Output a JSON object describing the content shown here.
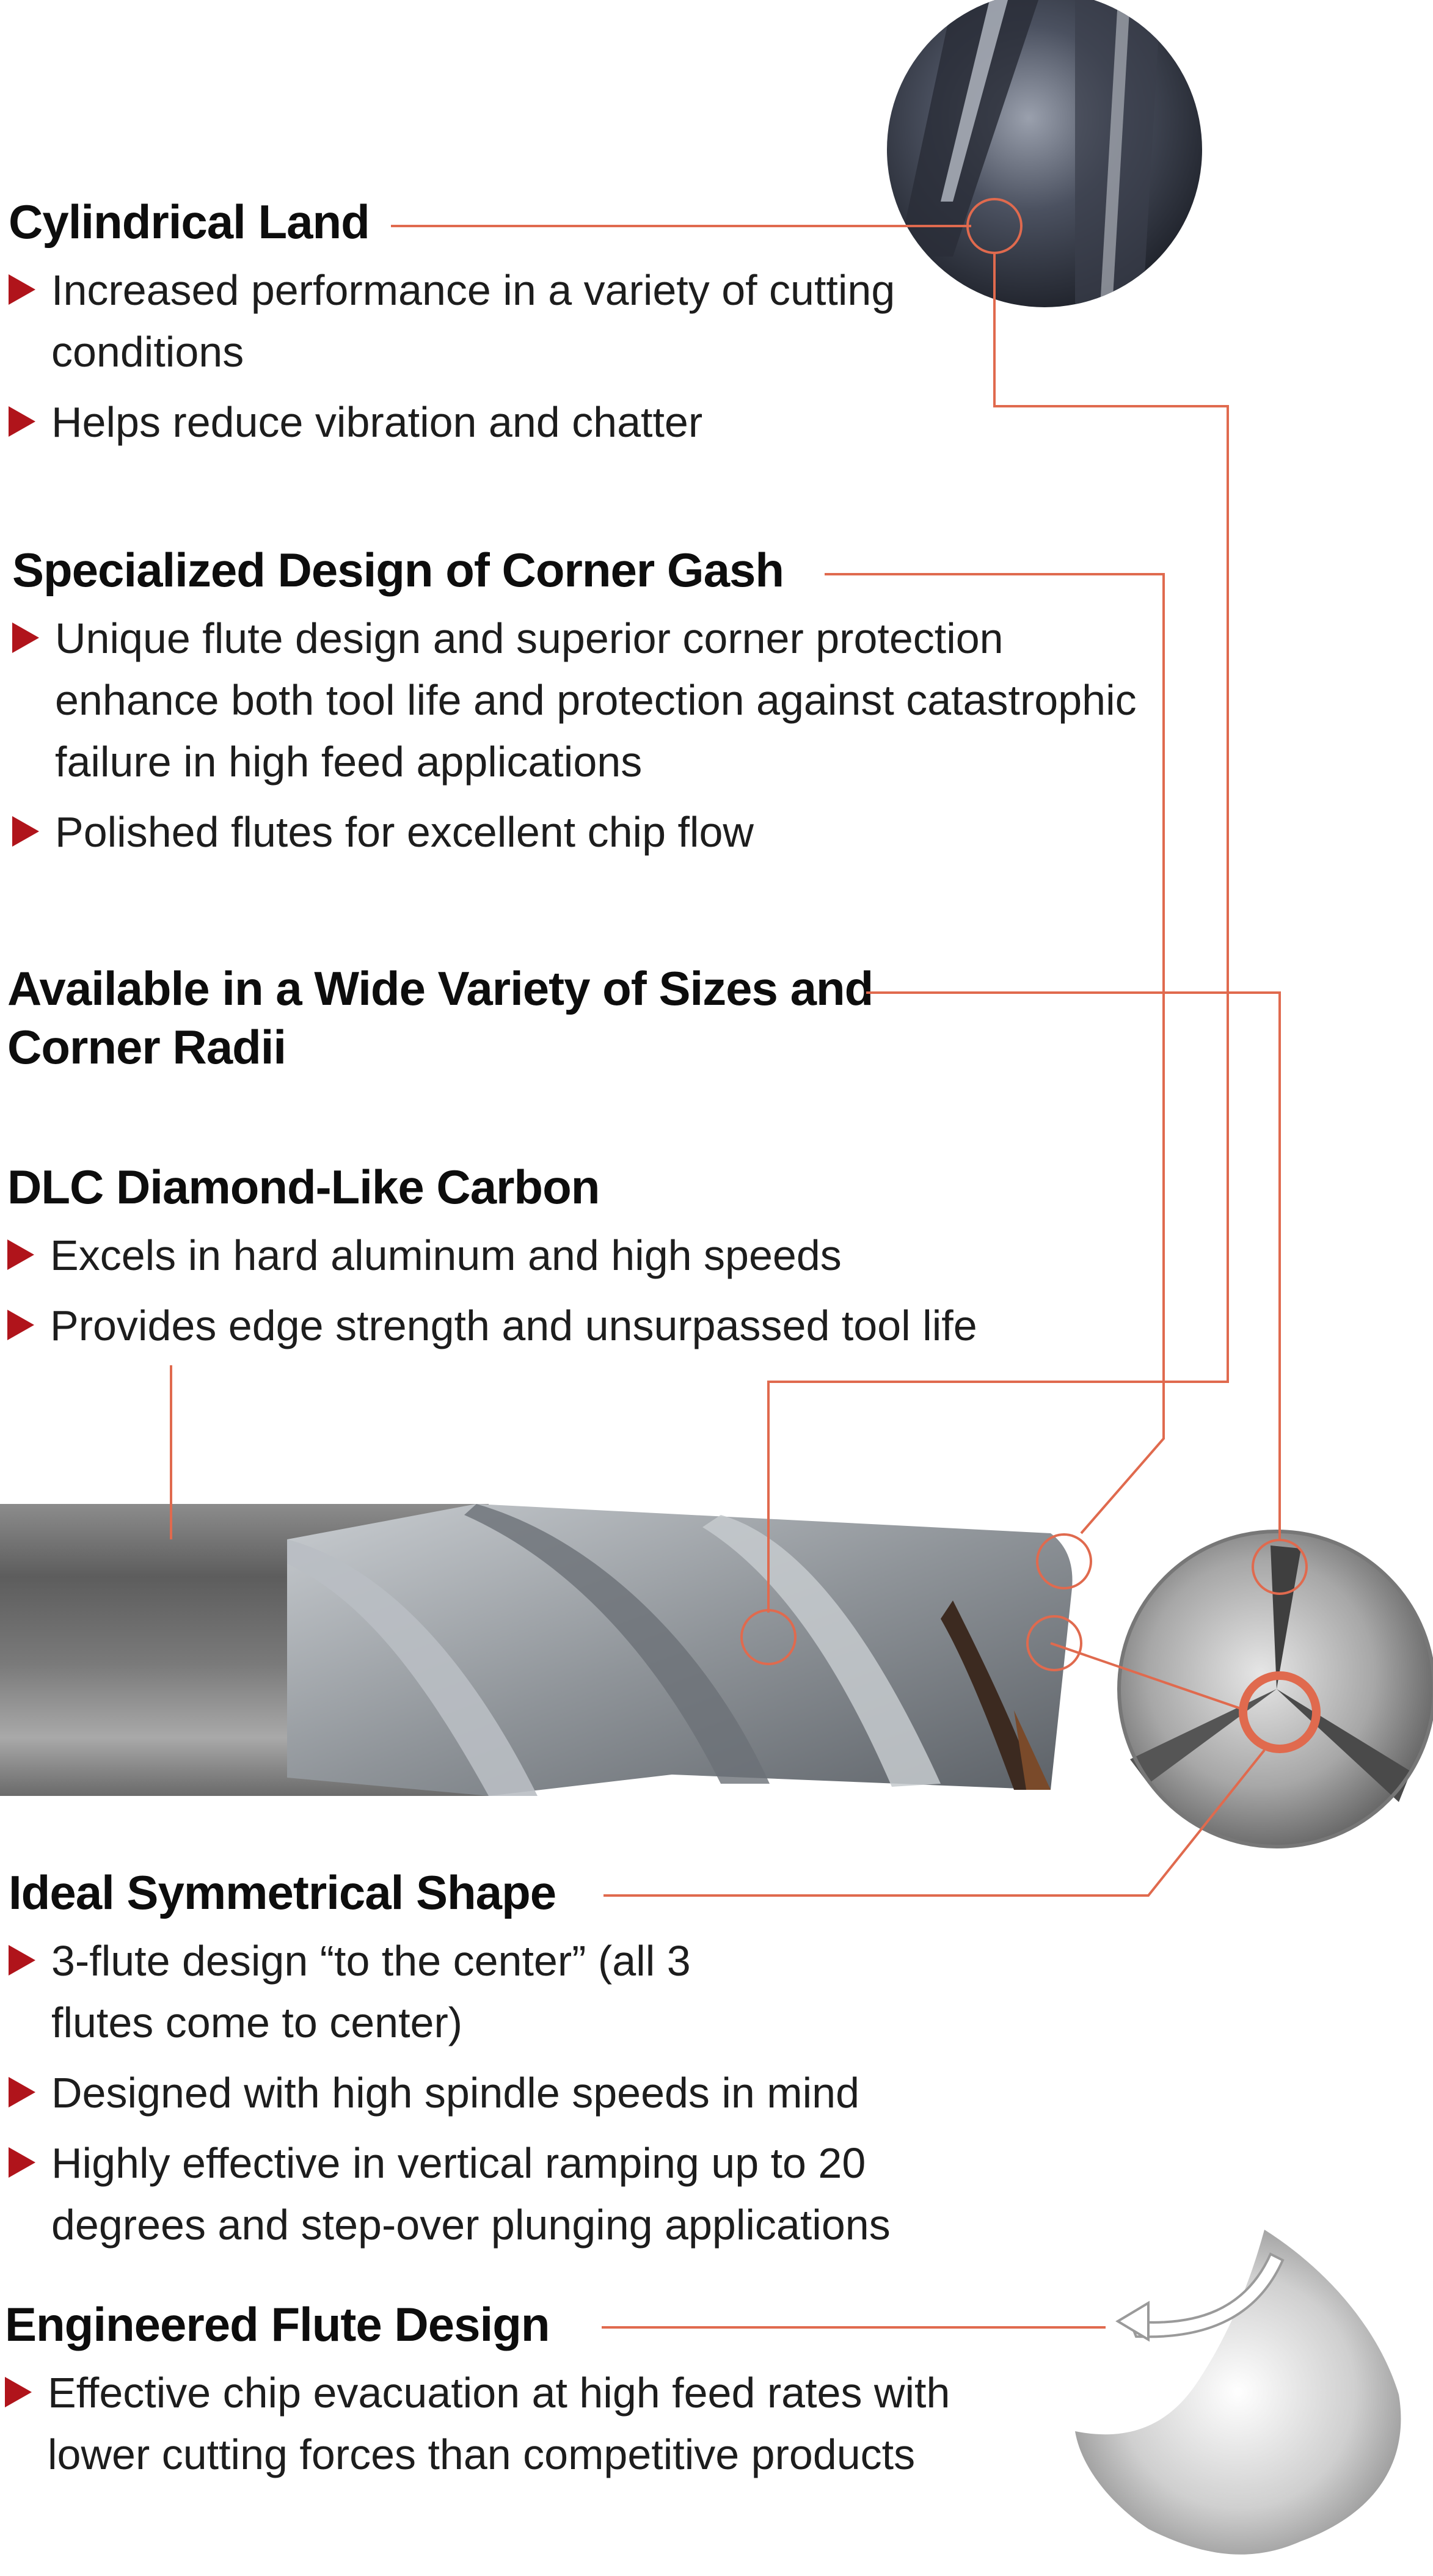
{
  "colors": {
    "accent_line": "#e06a4e",
    "bullet": "#b0141b",
    "text": "#1a1a1a"
  },
  "sections": [
    {
      "heading": "Cylindrical Land",
      "bullets": [
        "Increased performance in a variety  of cutting conditions",
        "Helps reduce vibration and chatter"
      ]
    },
    {
      "heading": "Specialized Design of Corner Gash",
      "bullets": [
        "Unique flute design and superior corner protection enhance both tool life and protection against catastrophic failure in high feed applications",
        "Polished flutes for excellent chip flow"
      ]
    },
    {
      "heading": "Available in a Wide Variety of Sizes and Corner Radii",
      "bullets": []
    },
    {
      "heading": "DLC Diamond-Like Carbon",
      "bullets": [
        "Excels in hard aluminum and high speeds",
        "Provides edge strength and unsurpassed tool life"
      ]
    },
    {
      "heading": "Ideal Symmetrical Shape",
      "bullets": [
        "3-flute design “to the center” (all 3 flutes come to center)",
        "Designed with high spindle speeds in mind",
        "Highly effective in vertical ramping up to 20 degrees and step-over plunging applications"
      ]
    },
    {
      "heading": "Engineered Flute Design",
      "bullets": [
        "Effective chip evacuation at high feed rates with lower cutting forces than competitive products"
      ]
    }
  ],
  "images": {
    "closeup": "cylindrical-land-closeup",
    "endmill": "end-mill-side-view",
    "endview": "end-mill-end-view",
    "flute_profile": "flute-profile"
  }
}
